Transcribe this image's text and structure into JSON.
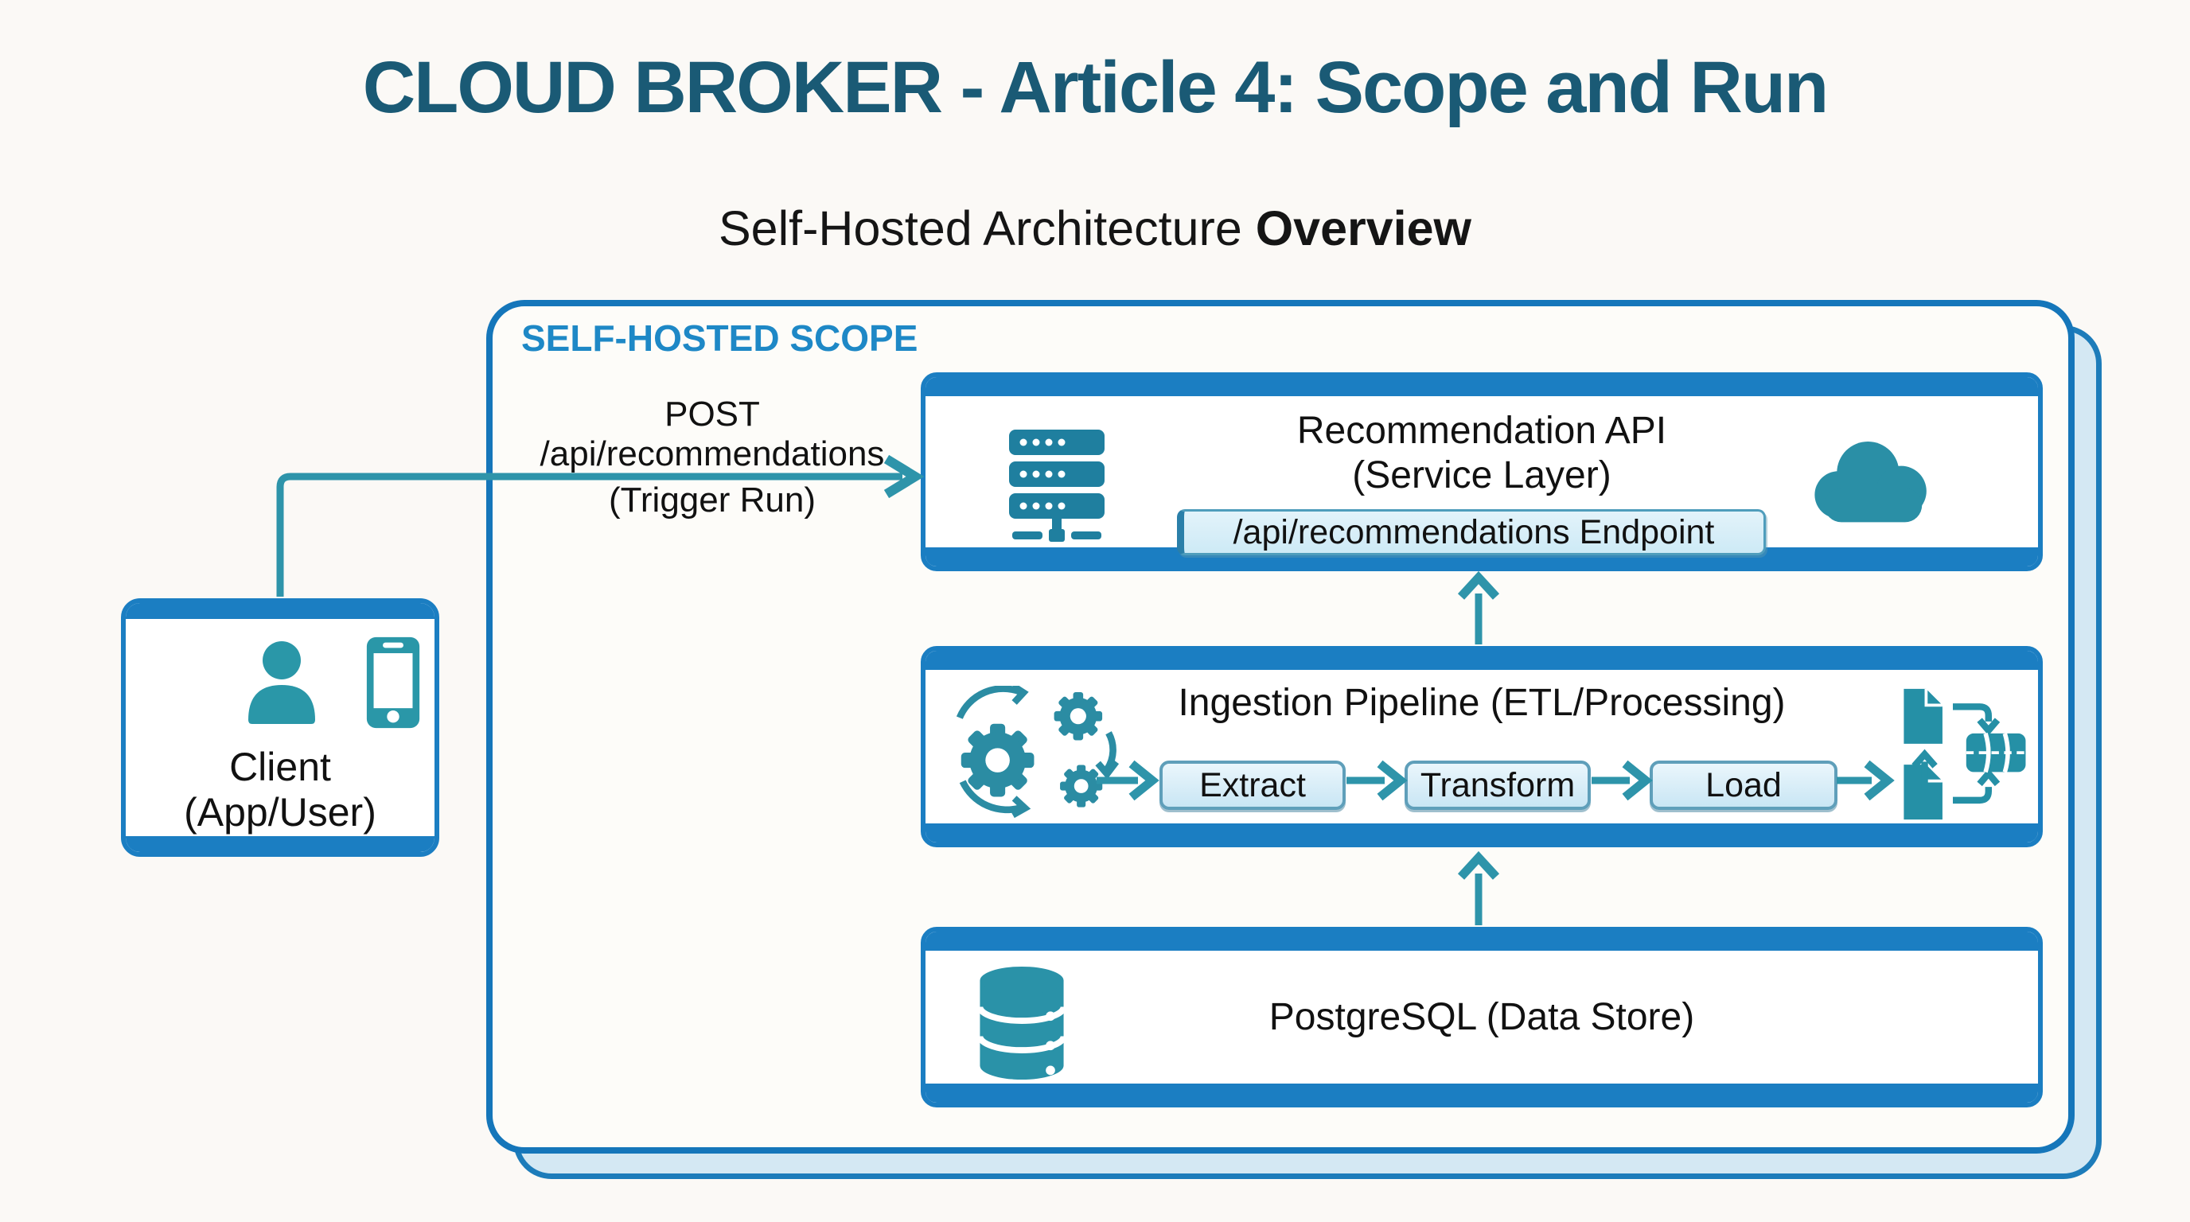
{
  "header": {
    "title": "CLOUD BROKER - Article 4: Scope and Run",
    "subtitle_text": "Self-Hosted Architecture",
    "subtitle_bold": "Overview"
  },
  "scope": {
    "label": "SELF-HOSTED SCOPE"
  },
  "client_node": {
    "title": "Client",
    "subtitle": "(App/User)"
  },
  "request": {
    "method": "POST",
    "path": "/api/recommendations",
    "note": "(Trigger Run)"
  },
  "api_node": {
    "title": "Recommendation API",
    "subtitle": "(Service Layer)",
    "endpoint_label": "/api/recommendations Endpoint"
  },
  "pipeline_node": {
    "title": "Ingestion Pipeline (ETL/Processing)",
    "steps": [
      "Extract",
      "Transform",
      "Load"
    ]
  },
  "db_node": {
    "title": "PostgreSQL (Data Store)"
  },
  "colors": {
    "primary_blue": "#1b7ec2",
    "teal_icon": "#2791a7",
    "arrow_teal": "#2e94aa",
    "chip_fill": "#d9edf8",
    "title_dark_teal": "#1a5a75",
    "scope_label_blue": "#1e88c6",
    "shadow_fill": "#d4e8f3"
  }
}
